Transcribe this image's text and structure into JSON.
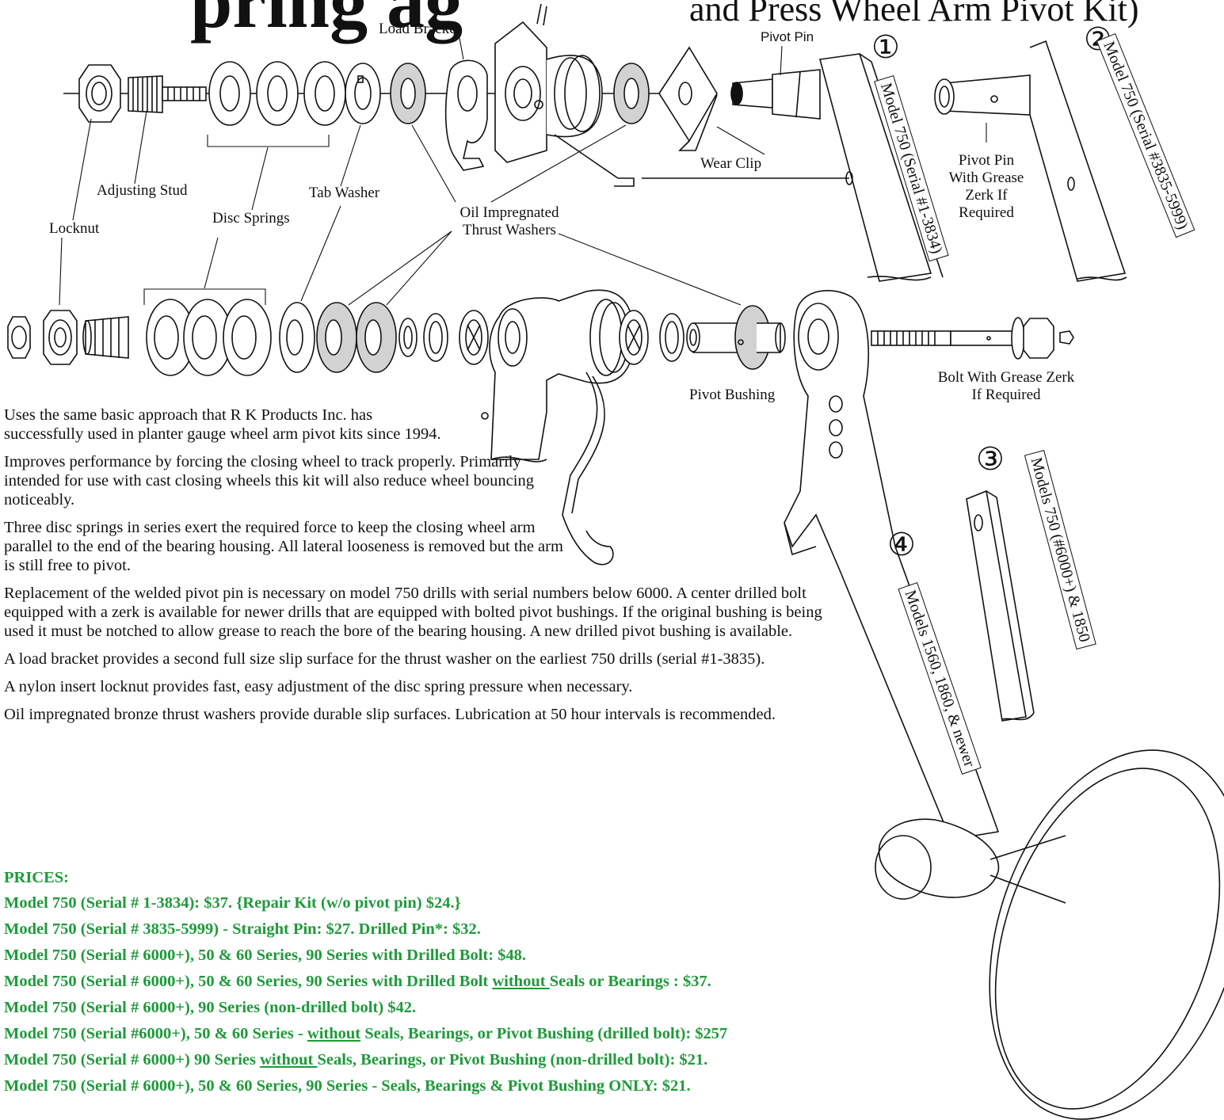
{
  "header": {
    "title_fragment": "pring ag",
    "subtitle_fragment": "and Press Wheel Arm Pivot Kit)"
  },
  "labels": {
    "load_bracket": "Load Bracket",
    "pivot_pin": "Pivot Pin",
    "adjusting_stud": "Adjusting Stud",
    "tab_washer": "Tab Washer",
    "oil_thrust_washers_1": "Oil Impregnated",
    "oil_thrust_washers_2": "Thrust Washers",
    "disc_springs": "Disc Springs",
    "locknut": "Locknut",
    "wear_clip": "Wear Clip",
    "pivot_pin_grease_1": "Pivot Pin",
    "pivot_pin_grease_2": "With Grease",
    "pivot_pin_grease_3": "Zerk If",
    "pivot_pin_grease_4": "Required",
    "pivot_bushing": "Pivot Bushing",
    "bolt_grease_1": "Bolt With Grease Zerk",
    "bolt_grease_2": "If Required"
  },
  "callouts": {
    "n1": "①",
    "n2": "②",
    "n3": "③",
    "n4": "④",
    "model1": "Model 750 (Serial #1-3834)",
    "model2": "Model 750 (Serial #3835-5999)",
    "model3": "Models 750 (#6000+) & 1850",
    "model4": "Models 1560, 1860, & newer"
  },
  "body": {
    "p1": "Uses the same basic approach that R K Products Inc. has successfully used in planter gauge wheel arm pivot kits since 1994.",
    "p2": "Improves performance by forcing the closing wheel to track properly. Primarily intended for use with cast closing wheels this kit will also reduce wheel bouncing noticeably.",
    "p3": "Three disc springs in series exert the required force to keep the closing wheel arm parallel to the end of the bearing housing. All lateral looseness is removed but the arm is still free to pivot.",
    "p4": "Replacement of the welded pivot pin is necessary on model 750 drills with serial numbers below 6000.  A center drilled bolt equipped with a zerk is available for newer drills that are equipped with bolted pivot bushings.  If the original bushing is being used it must be notched to allow grease to reach the bore of the bearing housing. A new drilled pivot bushing is available.",
    "p5": "A load bracket provides a second full size slip surface for the thrust washer on the earliest 750 drills (serial #1-3835).",
    "p6": "A nylon insert locknut provides fast, easy adjustment of the disc spring pressure when necessary.",
    "p7": "Oil impregnated bronze thrust washers provide durable slip surfaces. Lubrication at 50 hour intervals is recommended."
  },
  "prices": {
    "heading": "PRICES:",
    "l1": "Model 750 (Serial # 1-3834): $37.  {Repair Kit (w/o pivot pin) $24.}",
    "l2": "Model 750 (Serial # 3835-5999) - Straight Pin: $27. Drilled Pin*: $32.",
    "l3": "Model 750 (Serial # 6000+), 50 & 60 Series, 90 Series with Drilled Bolt: $48.",
    "l4a": "Model 750 (Serial # 6000+), 50 & 60 Series, 90 Series with Drilled Bolt ",
    "l4u": "without ",
    "l4b": "Seals or Bearings : $37.",
    "l5": "Model 750 (Serial # 6000+), 90 Series (non-drilled bolt) $42.",
    "l6a": "Model 750 (Serial #6000+), 50 & 60 Series - ",
    "l6u": "without",
    "l6b": " Seals, Bearings, or Pivot Bushing (drilled bolt): $257",
    "l7a": "Model 750 (Serial # 6000+) 90 Series ",
    "l7u": "without ",
    "l7b": "Seals, Bearings, or Pivot Bushing (non-drilled bolt): $21.",
    "l8": "Model 750 (Serial # 6000+), 50 & 60 Series, 90 Series - Seals, Bearings & Pivot Bushing ONLY:  $21."
  },
  "colors": {
    "price_green": "#1e9a3a",
    "washer_gray": "#d2d2d2",
    "line": "#111111"
  }
}
